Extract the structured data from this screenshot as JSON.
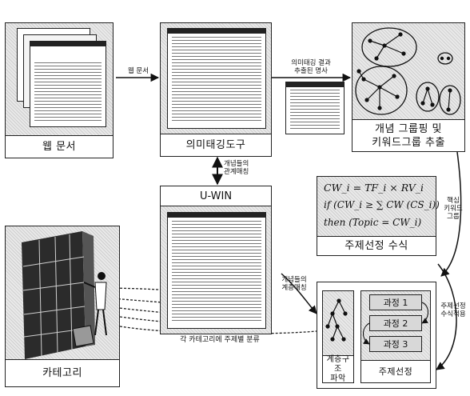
{
  "panels": {
    "web_docs": "웹 문서",
    "tagging_tool": "의미태깅도구",
    "concept_grouping_line1": "개념 그룹핑 및",
    "concept_grouping_line2": "키워드그룹 추출",
    "uwin": "U-WIN",
    "topic_formula_caption": "주제선정 수식",
    "category": "카테고리",
    "hierarchy_line1": "계층구조",
    "hierarchy_line2": "파악",
    "topic_selection": "주제선정"
  },
  "labels": {
    "web_doc_arrow": "웹 문서",
    "nouns_line1": "의미태깅 결과",
    "nouns_line2": "추출된 명사",
    "concept_relation_line1": "개념들의",
    "concept_relation_line2": "관계매칭",
    "concept_hier_line1": "개념들의",
    "concept_hier_line2": "계층매칭",
    "core_kw_line1": "핵심",
    "core_kw_line2": "키워드",
    "core_kw_line3": "그룹",
    "apply_line1": "주제선정",
    "apply_line2": "수식적용",
    "classify": "각 카테고리에 주제별 분류"
  },
  "steps": [
    "과정 1",
    "과정 2",
    "과정 3"
  ],
  "formula": {
    "line1": "CW_i = TF_i × RV_i",
    "line2": "if (CW_i ≥ ∑ CW (CS_i))",
    "line3": "then (Topic = CW_i)"
  }
}
